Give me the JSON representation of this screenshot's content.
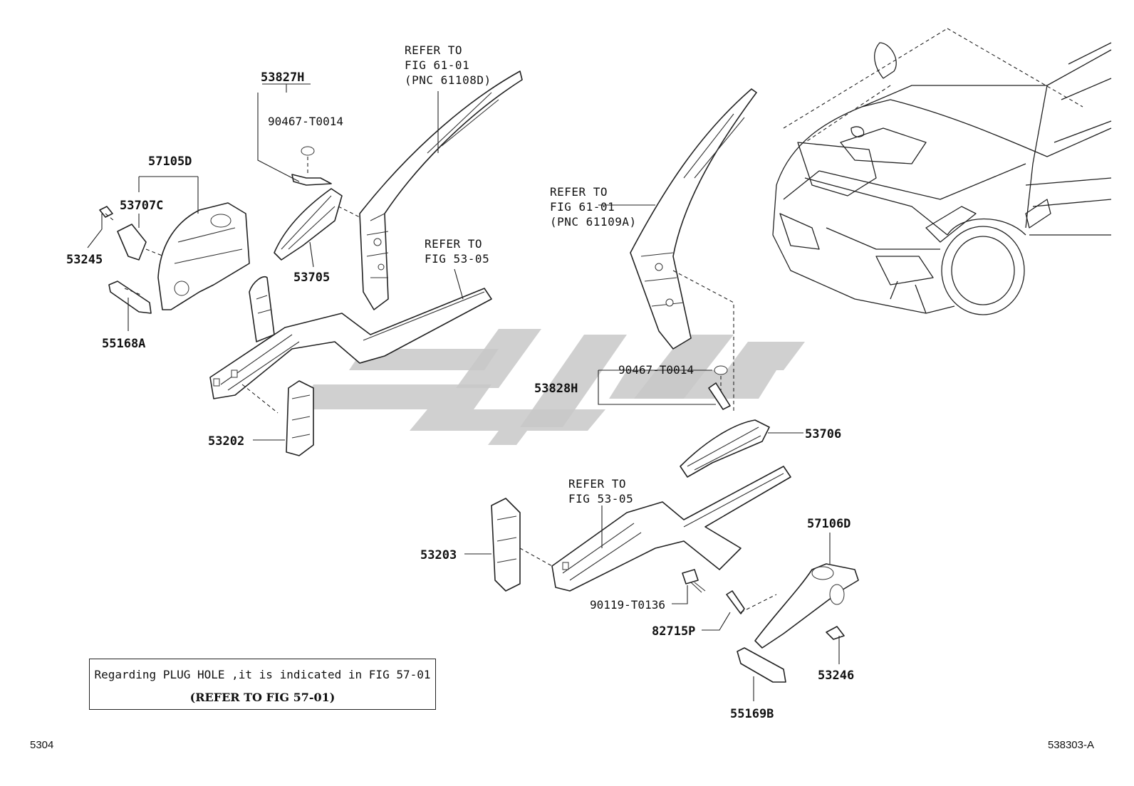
{
  "labels": {
    "p53827H": "53827H",
    "p90467a": "90467-T0014",
    "p57105D": "57105D",
    "p53707C": "53707C",
    "p53245": "53245",
    "p55168A": "55168A",
    "p53705": "53705",
    "p53202": "53202",
    "p53828H": "53828H",
    "p90467b": "90467-T0014",
    "p53706": "53706",
    "p53203": "53203",
    "p57106D": "57106D",
    "p90119": "90119-T0136",
    "p82715P": "82715P",
    "p53246": "53246",
    "p55169B": "55169B"
  },
  "refs": {
    "r1": [
      "REFER TO",
      "FIG 61-01",
      "(PNC 61108D)"
    ],
    "r2": [
      "REFER TO",
      "FIG 53-05"
    ],
    "r3": [
      "REFER TO",
      "FIG 61-01",
      "(PNC 61109A)"
    ],
    "r4": [
      "REFER TO",
      "FIG 53-05"
    ]
  },
  "note": {
    "line1": "Regarding PLUG HOLE ,it is indicated in FIG 57-01",
    "line2": "(REFER TO FIG 57-01)"
  },
  "footer": {
    "page_number": "5304",
    "illustration_id": "538303-A"
  },
  "icons": {
    "watermark": "watermark-logo",
    "car": "vehicle-overview-illustration"
  }
}
